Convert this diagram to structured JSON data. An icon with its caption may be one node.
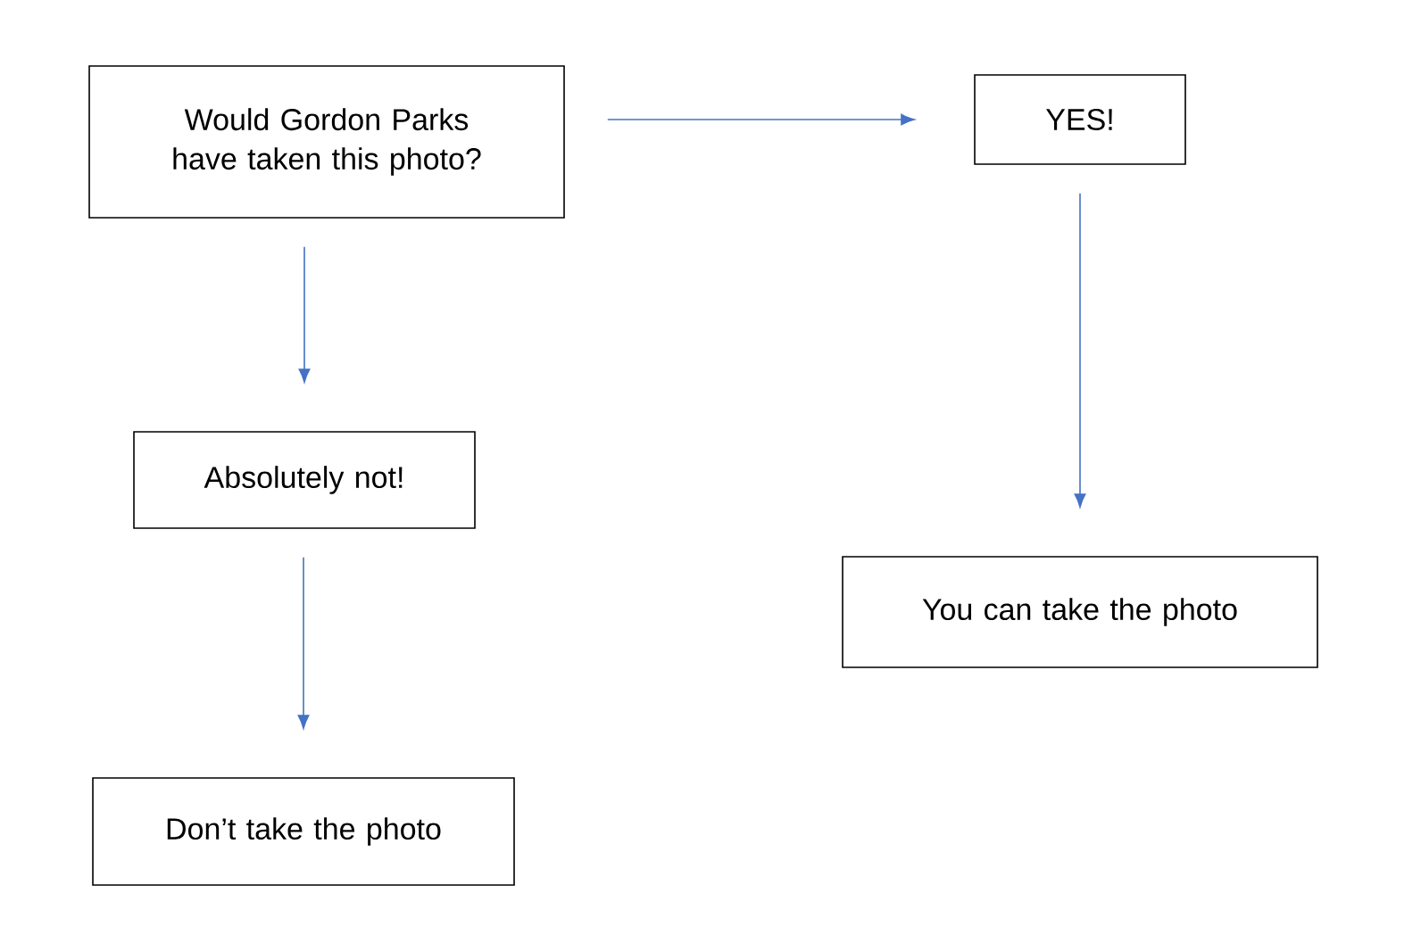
{
  "diagram": {
    "nodes": [
      {
        "text": [
          "Would Gordon Parks have taken this photo?"
        ]
      },
      {
        "text": [
          "YES!"
        ]
      },
      {
        "text": [
          "Absolutely not!"
        ]
      },
      {
        "text": [
          "You can take the photo"
        ]
      },
      {
        "text": [
          "Don’t take the photo"
        ]
      }
    ],
    "edges": [
      {
        "from": 0,
        "to": 1,
        "arrow": "to"
      },
      {
        "from": 0,
        "to": 2,
        "arrow": "to"
      },
      {
        "from": 2,
        "to": 4,
        "arrow": "to"
      },
      {
        "from": 1,
        "to": 3,
        "arrow": "to"
      }
    ]
  }
}
